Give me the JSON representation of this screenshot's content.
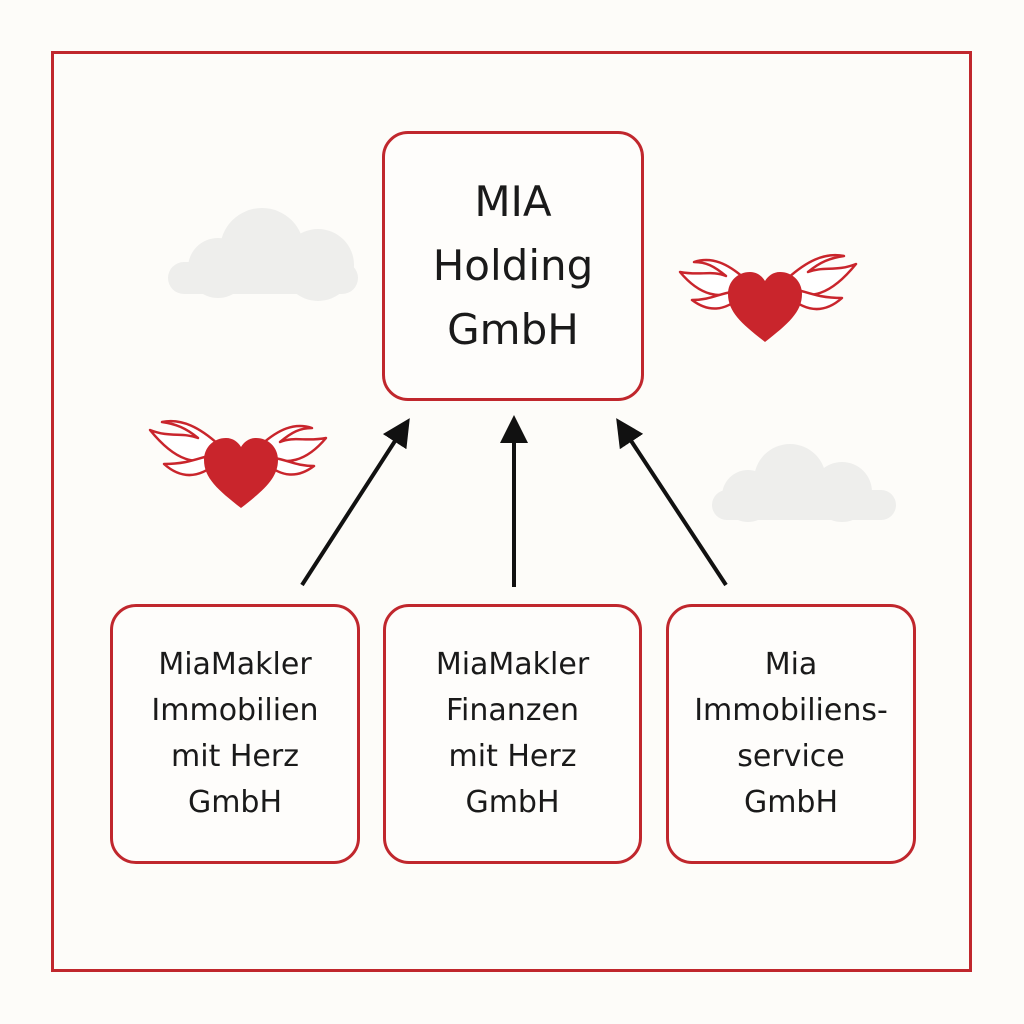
{
  "title": "",
  "colors": {
    "accent": "#c0272d",
    "heart": "#c9252c",
    "arrow": "#111111",
    "cloud": "#eeeeec",
    "background": "#fdfcf9"
  },
  "icons": [
    "winged-heart-icon",
    "cloud-icon"
  ],
  "holding": {
    "lines": [
      "MIA",
      "Holding",
      "GmbH"
    ]
  },
  "subsidiaries": [
    {
      "lines": [
        "MiaMakler",
        "Immobilien",
        "mit Herz",
        "GmbH"
      ]
    },
    {
      "lines": [
        "MiaMakler",
        "Finanzen",
        "mit Herz",
        "GmbH"
      ]
    },
    {
      "lines": [
        "Mia",
        "Immobiliens-",
        "service",
        "GmbH"
      ]
    }
  ],
  "edges": [
    {
      "from": "subsidiaries.0",
      "to": "holding"
    },
    {
      "from": "subsidiaries.1",
      "to": "holding"
    },
    {
      "from": "subsidiaries.2",
      "to": "holding"
    }
  ]
}
